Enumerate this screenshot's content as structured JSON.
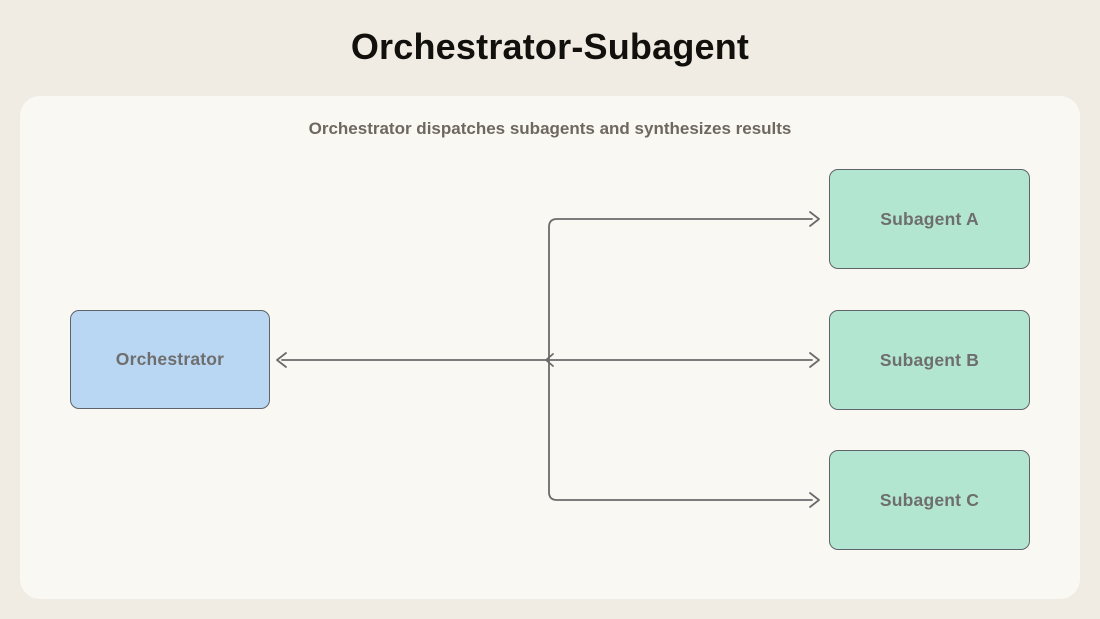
{
  "title": "Orchestrator-Subagent",
  "subtitle": "Orchestrator dispatches subagents and synthesizes results",
  "diagram": {
    "orchestrator": {
      "label": "Orchestrator"
    },
    "subagents": [
      {
        "label": "Subagent A"
      },
      {
        "label": "Subagent B"
      },
      {
        "label": "Subagent C"
      }
    ],
    "relations": [
      "orchestrator <- return arrow from trunk",
      "trunk -> Subagent A",
      "trunk -> Subagent B",
      "trunk -> Subagent C"
    ]
  },
  "colors": {
    "outer_bg": "#f0ece3",
    "panel_bg": "#faf8f2",
    "orchestrator_fill": "#b9d7f3",
    "subagent_fill": "#b3e6d0",
    "node_border": "#5f646a",
    "line_color": "#6b6b6b",
    "node_text": "#6e6e6e",
    "muted_text": "#6e6861",
    "title_color": "#12100d"
  }
}
